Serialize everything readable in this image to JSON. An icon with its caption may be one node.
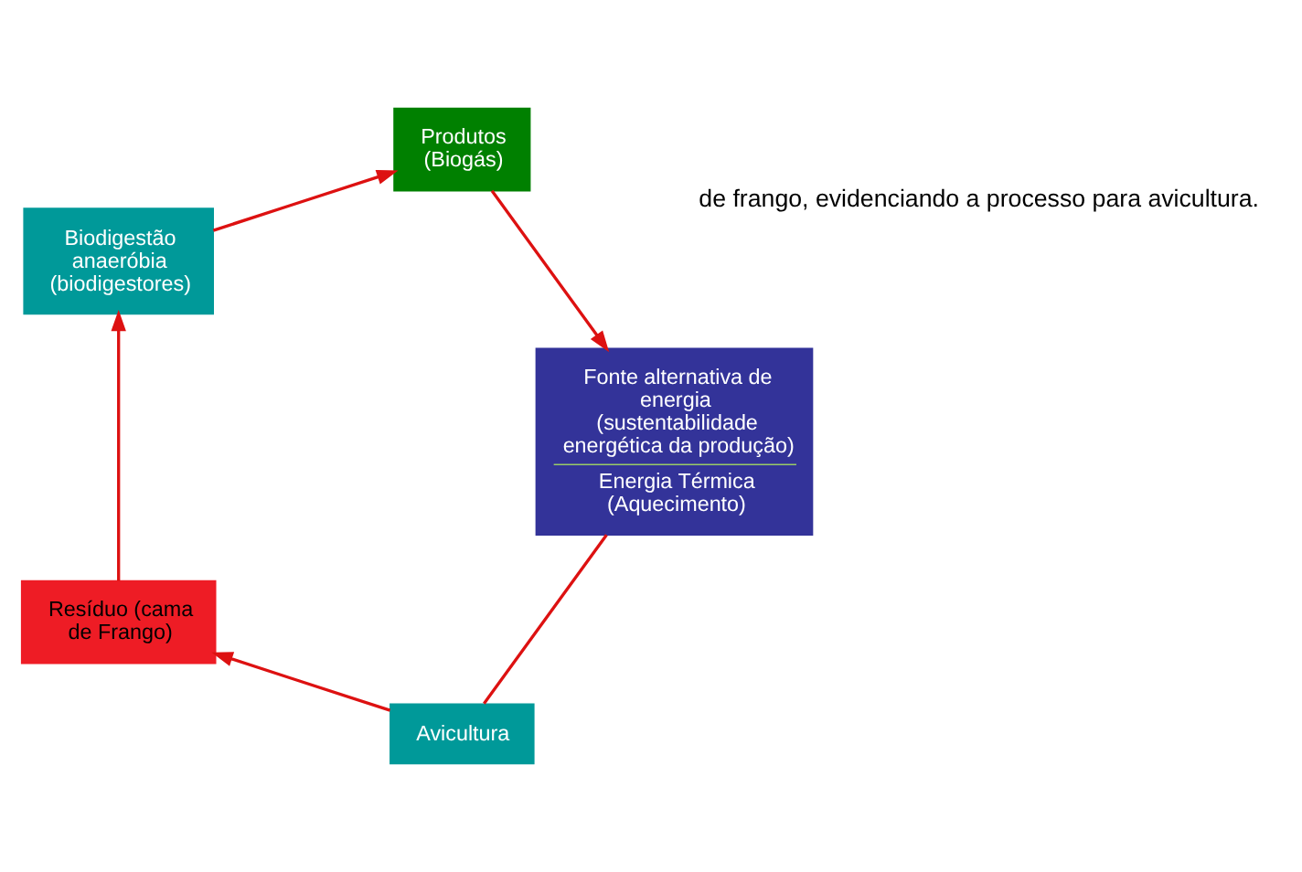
{
  "diagram": {
    "nodes": [
      {
        "text": [
          "Avicultura"
        ]
      },
      {
        "text": [
          "Resíduo (cama de Frango)"
        ]
      },
      {
        "text": [
          "Biodigestão anaeróbia (biodigestores)"
        ]
      },
      {
        "text": [
          "Produtos (Biogás)"
        ]
      },
      {
        "text": [
          "Fonte alternativa de energia (sustentabilidade energética da produção)",
          "Energia Térmica (Aquecimento)"
        ]
      }
    ],
    "edges": [
      {
        "from": 0,
        "to": 1,
        "arrow": "to"
      },
      {
        "from": 1,
        "to": 2,
        "arrow": "to"
      },
      {
        "from": 2,
        "to": 3,
        "arrow": "to"
      },
      {
        "from": 3,
        "to": 4,
        "arrow": "to"
      },
      {
        "from": 4,
        "to": 0,
        "arrow": "none"
      }
    ],
    "labels": [
      "de frango, evidenciando a processo para avicultura."
    ]
  }
}
